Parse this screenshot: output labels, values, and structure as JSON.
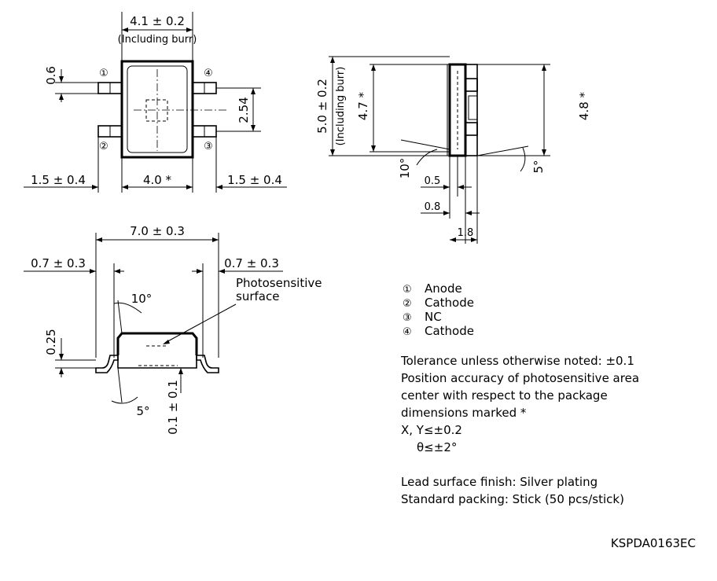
{
  "top_view": {
    "width_label": "4.1 ± 0.2",
    "width_note": "(Including burr)",
    "lead_width": "0.6",
    "pitch": "2.54",
    "left_lead": "1.5 ± 0.4",
    "body_width": "4.0 *",
    "right_lead": "1.5 ± 0.4",
    "pins": [
      "①",
      "②",
      "③",
      "④"
    ]
  },
  "side_view": {
    "height_label": "5.0 ± 0.2",
    "height_note": "(Including burr)",
    "inner_height": "4.7 *",
    "right_height": "4.8 *",
    "angle_left": "10°",
    "angle_right": "5°",
    "dim_05": "0.5",
    "dim_08": "0.8",
    "dim_18": "1.8"
  },
  "front_view": {
    "overall": "7.0 ± 0.3",
    "left_lead": "0.7 ± 0.3",
    "right_lead": "0.7 ± 0.3",
    "photosensitive": [
      "Photosensitive",
      "surface"
    ],
    "angle_top": "10°",
    "angle_bottom": "5°",
    "lead_thick": "0.25",
    "stand_off": "0.1 ± 0.1"
  },
  "legend": [
    {
      "num": "①",
      "label": "Anode"
    },
    {
      "num": "②",
      "label": "Cathode"
    },
    {
      "num": "③",
      "label": "NC"
    },
    {
      "num": "④",
      "label": "Cathode"
    }
  ],
  "notes": {
    "tolerance": "Tolerance unless otherwise noted: ±0.1",
    "pos1": "Position accuracy of photosensitive area",
    "pos2": "center with respect to the package",
    "pos3": "dimensions marked *",
    "xy": "X, Y≤±0.2",
    "theta": "θ≤±2°",
    "finish": "Lead surface finish: Silver plating",
    "packing": "Standard packing: Stick (50 pcs/stick)"
  },
  "drawing_code": "KSPDA0163EC"
}
